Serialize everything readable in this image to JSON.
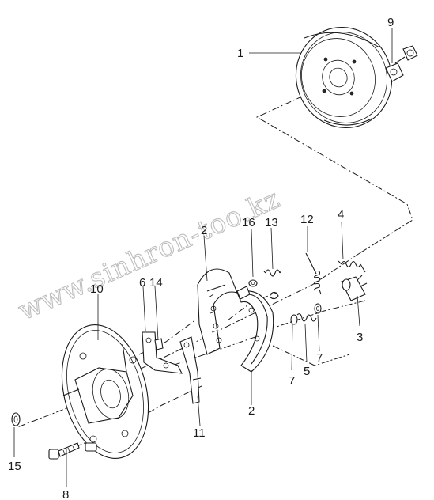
{
  "watermark": "www.sinhron-too.kz",
  "callouts": {
    "c1": "1",
    "c2a": "2",
    "c2b": "2",
    "c3": "3",
    "c4": "4",
    "c5": "5",
    "c6": "6",
    "c7a": "7",
    "c7b": "7",
    "c8": "8",
    "c9": "9",
    "c10": "10",
    "c11": "11",
    "c12": "12",
    "c13": "13",
    "c14": "14",
    "c15": "15",
    "c16": "16"
  }
}
